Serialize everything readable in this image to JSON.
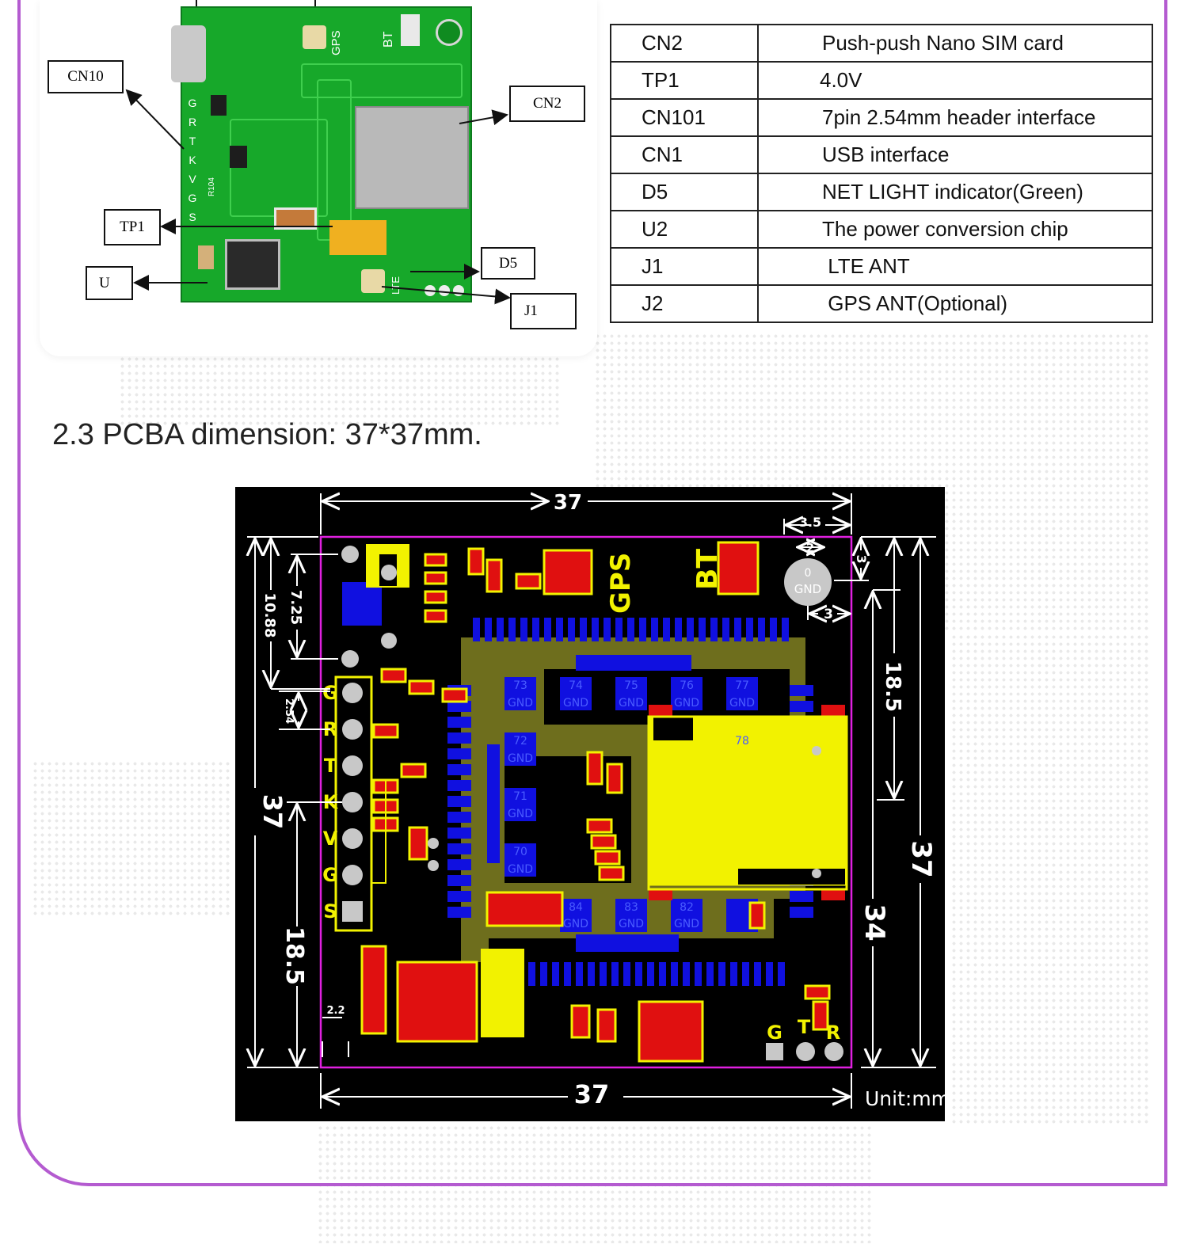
{
  "photo": {
    "callouts": [
      "CN10",
      "CN2",
      "TP1",
      "D5",
      "U",
      "J1"
    ],
    "silkscreen": [
      "GPS",
      "BT",
      "LTE",
      "R104",
      "G",
      "R",
      "T",
      "K",
      "V",
      "G",
      "S"
    ]
  },
  "component_table": [
    {
      "ref": "CN2",
      "desc": "Push-push Nano SIM card"
    },
    {
      "ref": "TP1",
      "desc": "4.0V"
    },
    {
      "ref": "CN101",
      "desc": "7pin 2.54mm header interface"
    },
    {
      "ref": "CN1",
      "desc": "USB interface"
    },
    {
      "ref": "D5",
      "desc": "NET LIGHT indicator(Green)"
    },
    {
      "ref": "U2",
      "desc": "The power conversion chip"
    },
    {
      "ref": "J1",
      "desc": " LTE ANT"
    },
    {
      "ref": "J2",
      "desc": " GPS ANT(Optional)"
    }
  ],
  "section": {
    "heading": "2.3 PCBA dimension: 37*37mm."
  },
  "drawing": {
    "top_width": "37",
    "bottom_width": "37",
    "left_height": "37",
    "right_height": "37",
    "right_inner": "34",
    "right_upper": "18.5",
    "left_lower": "18.5",
    "dim_10_88": "10.88",
    "dim_7_25": "7.25",
    "dim_2_54": "2.54",
    "dim_2_2": "2.2",
    "dim_3_5": "3.5",
    "dim_2": "2",
    "dim_3a": "3",
    "dim_3b": "3",
    "unit": "Unit:mm",
    "board_text_gps": "GPS",
    "board_text_bt": "BT",
    "hole_label": "GND",
    "pin_labels": [
      "G",
      "R",
      "T",
      "K",
      "V",
      "G",
      "S"
    ],
    "bottom_pins": [
      "G",
      "T",
      "R"
    ],
    "pad_labels": [
      "73",
      "74",
      "75",
      "76",
      "77",
      "72",
      "71",
      "70",
      "84",
      "83",
      "82",
      "78"
    ],
    "gnd": "GND"
  }
}
